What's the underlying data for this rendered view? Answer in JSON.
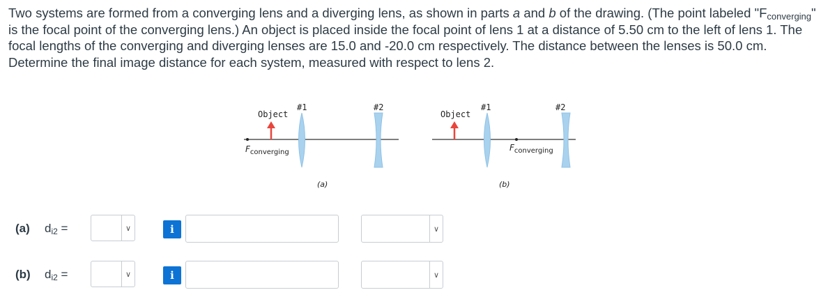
{
  "problem": {
    "text_part1": "Two systems are formed from a converging lens and a diverging lens, as shown in parts ",
    "part_a": "a",
    "text_and": " and ",
    "part_b": "b",
    "text_part2": " of the drawing. (The point labeled \"",
    "f_letter": "F",
    "f_sub": "converging",
    "text_part3": "\" is the focal point of the converging lens.) An object is placed inside the focal point of lens 1 at a distance of 5.50 cm to the left of lens 1. The focal lengths of the converging and diverging lenses are 15.0 and -20.0 cm respectively. The distance between the lenses is 50.0 cm. Determine the final image distance for each system, measured with respect to lens 2."
  },
  "figure": {
    "a": {
      "object_label": "Object",
      "lens1_label": "#1",
      "lens2_label": "#2",
      "focal_letter": "F",
      "focal_sub": "converging",
      "caption": "(a)"
    },
    "b": {
      "object_label": "Object",
      "lens1_label": "#1",
      "lens2_label": "#2",
      "focal_letter": "F",
      "focal_sub": "converging",
      "caption": "(b)"
    },
    "colors": {
      "lens": "#a9d2ee",
      "axis": "#333333",
      "arrow": "#e8453c"
    }
  },
  "answers": {
    "a": {
      "part_label": "(a)",
      "var_main": "d",
      "var_sub": "i2",
      "equals": " =",
      "sign_value": "",
      "info_icon": "i",
      "value": "",
      "unit_value": ""
    },
    "b": {
      "part_label": "(b)",
      "var_main": "d",
      "var_sub": "i2",
      "equals": " =",
      "sign_value": "",
      "info_icon": "i",
      "value": "",
      "unit_value": ""
    }
  }
}
